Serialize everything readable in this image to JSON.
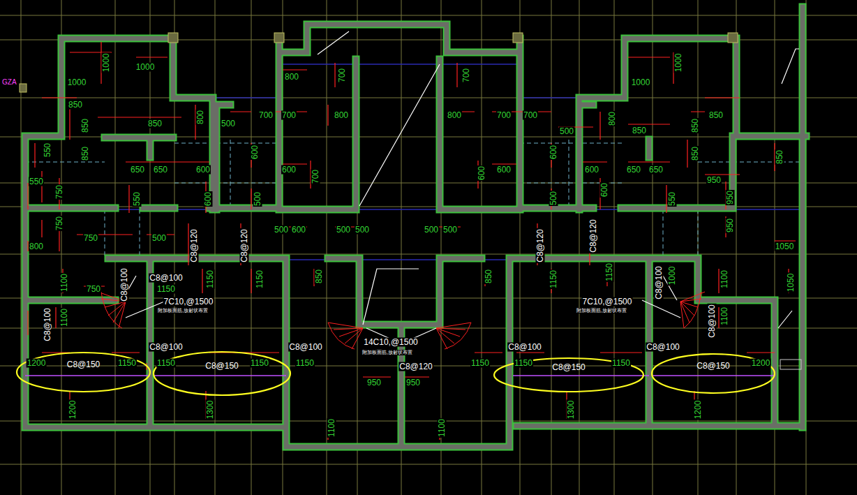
{
  "diagram": {
    "nodes": [
      {
        "text": [
          "C8@150"
        ]
      },
      {
        "text": [
          "C8@150"
        ]
      },
      {
        "text": [
          "C8@150"
        ]
      },
      {
        "text": [
          "C8@150"
        ]
      }
    ],
    "labels": [
      "GZA",
      "1000",
      "1000",
      "1000",
      "850",
      "850",
      "850",
      "850",
      "550",
      "800",
      "500",
      "800",
      "700",
      "700",
      "700",
      "800",
      "600",
      "650",
      "650",
      "600",
      "600",
      "700",
      "550",
      "750",
      "550",
      "600",
      "500",
      "750",
      "750",
      "500",
      "500",
      "600",
      "500",
      "500",
      "800",
      "C8@120",
      "C8@120",
      "1100",
      "C8@100",
      "C8@100",
      "1150",
      "1150",
      "1150",
      "850",
      "750",
      "7C10,@1500",
      "附加板面筋,放射状布置",
      "C8@100",
      "1100",
      "C8@100",
      "C8@100",
      "14C10,@1500",
      "附加板面筋,放射状布置",
      "1200",
      "1150",
      "1150",
      "1150",
      "1150",
      "C8@120",
      "950",
      "950",
      "1200",
      "1300",
      "1100",
      "1100",
      "700",
      "800",
      "700",
      "700",
      "600",
      "600",
      "500",
      "500",
      "850",
      "1150",
      "1000",
      "1000",
      "800",
      "850",
      "500",
      "850",
      "850",
      "850",
      "850",
      "600",
      "600",
      "650",
      "650",
      "950",
      "950",
      "600",
      "500",
      "550",
      "950",
      "1050",
      "C8@120",
      "C8@120",
      "1150",
      "1150",
      "1000",
      "C8@100",
      "1100",
      "1050",
      "7C10,@1500",
      "附加板面筋,放射状布置",
      "C8@100",
      "1100",
      "C8@100",
      "C8@100",
      "1150",
      "1150",
      "1200",
      "1300",
      "1200"
    ]
  }
}
